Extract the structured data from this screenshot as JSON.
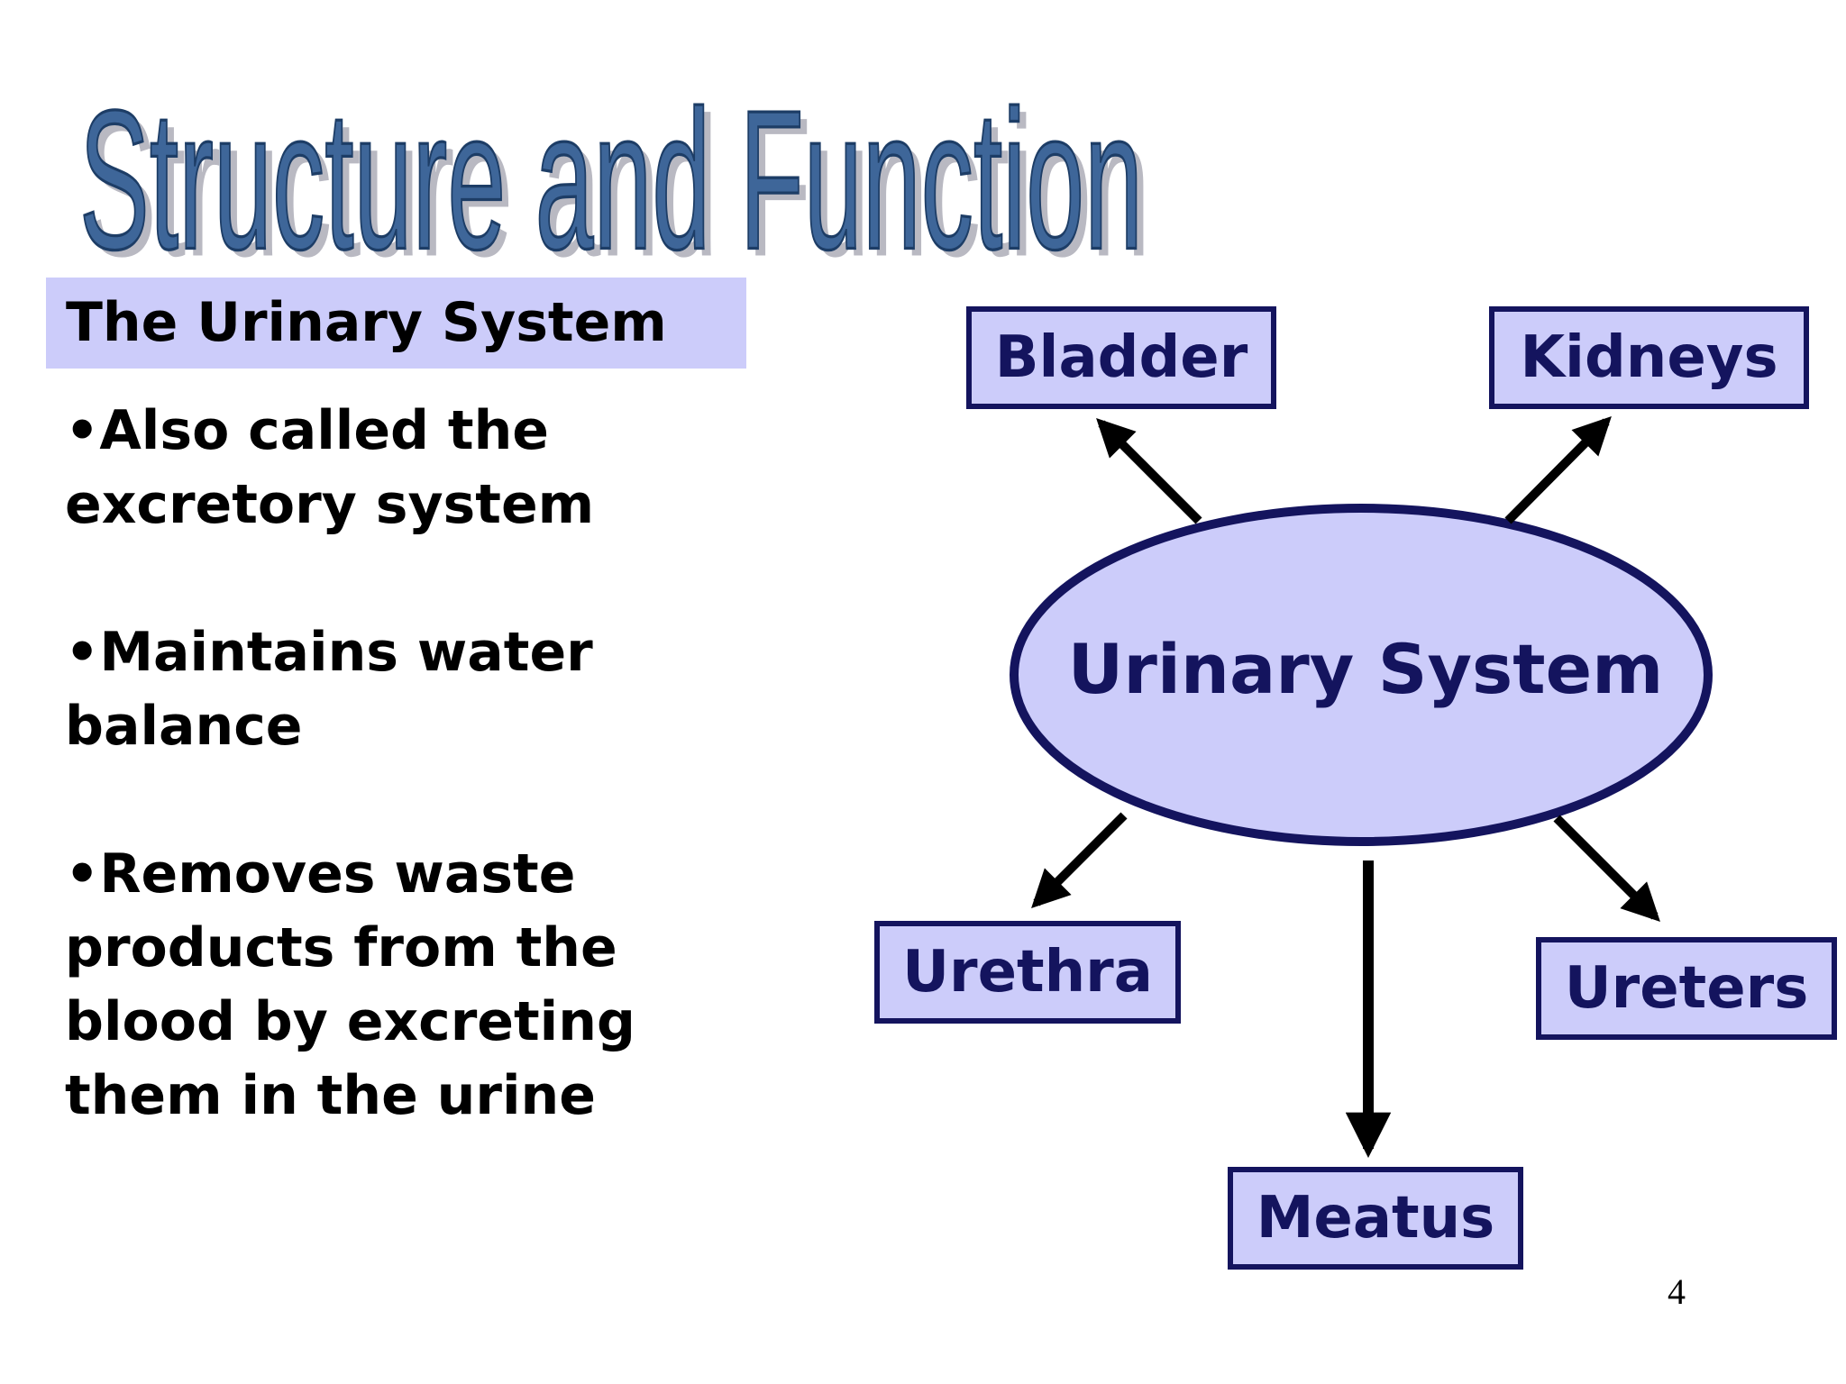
{
  "title": "Structure and Function",
  "subtitle": "The Urinary System",
  "bullets": [
    [
      "•Also called the",
      "excretory system"
    ],
    [
      "•Maintains water",
      "balance"
    ],
    [
      "•Removes waste",
      "products from the",
      "blood by excreting",
      "them in the urine"
    ]
  ],
  "diagram": {
    "center": "Urinary System",
    "nodes": {
      "bladder": "Bladder",
      "kidneys": "Kidneys",
      "urethra": "Urethra",
      "ureters": "Ureters",
      "meatus": "Meatus"
    }
  },
  "page_number": "4",
  "colors": {
    "title": "#3e6699",
    "node_fill": "#ccccfa",
    "node_border": "#14145e",
    "arrow": "#000000"
  }
}
